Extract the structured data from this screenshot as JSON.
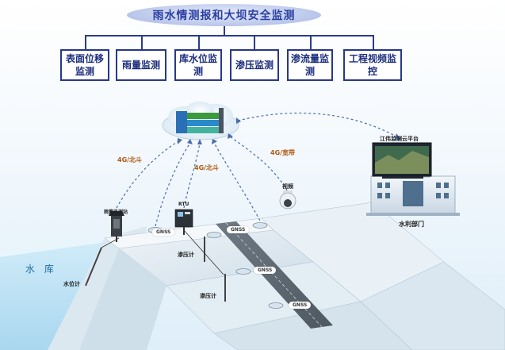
{
  "title": "雨水情测报和大坝安全监测",
  "categories": [
    {
      "label": "表面位移监测",
      "key": "surface-displacement"
    },
    {
      "label": "雨量监测",
      "key": "rainfall"
    },
    {
      "label": "库水位监测",
      "key": "reservoir-level"
    },
    {
      "label": "渗压监测",
      "key": "seepage-pressure"
    },
    {
      "label": "渗流量监测",
      "key": "seepage-flow"
    },
    {
      "label": "工程视频监控",
      "key": "video"
    }
  ],
  "cloud_platform": {
    "label": "江伟监测云平台",
    "owner": "水利部门"
  },
  "links": {
    "rain_station": "4G/北斗",
    "rtu": "4G/北斗",
    "video": "4G/宽带"
  },
  "devices": {
    "rain_station": "雨量监测站",
    "rtu": "RTU",
    "video": "视频",
    "gnss": "GNSS",
    "piezometer": "渗压计",
    "water_gauge": "水位计"
  },
  "reservoir": "水  库",
  "colors": {
    "accent": "#27378a",
    "link_text": "#b05a10",
    "dam_road": "#5a6670",
    "water": "#bfe2f5"
  }
}
